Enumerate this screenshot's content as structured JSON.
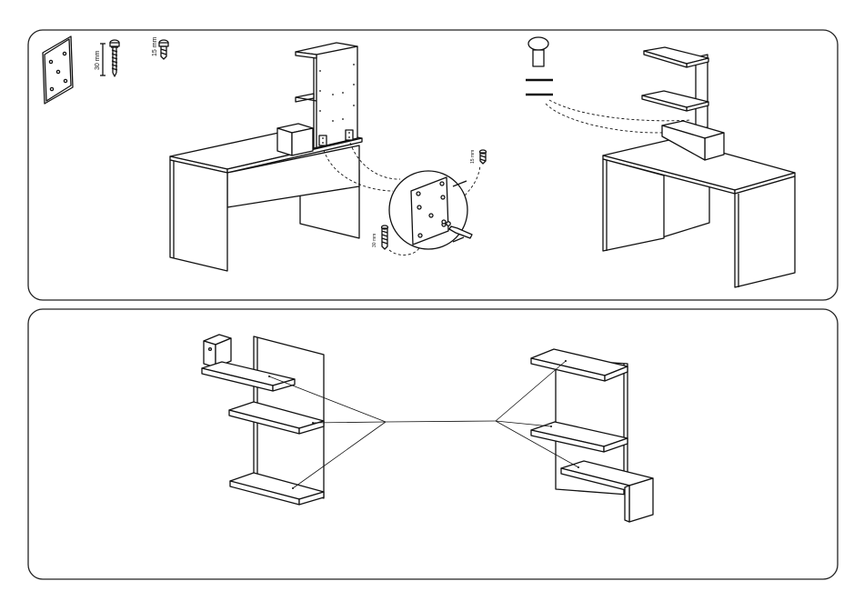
{
  "hardware_labels": {
    "long_screw": "30 mm",
    "short_screw": "15 mm",
    "short_screw_detail": "15 mm",
    "long_screw_detail": "30 mm"
  },
  "colors": {
    "line": "#111111",
    "panel_fill": "#ffffff",
    "frame_stroke": "#222222"
  }
}
